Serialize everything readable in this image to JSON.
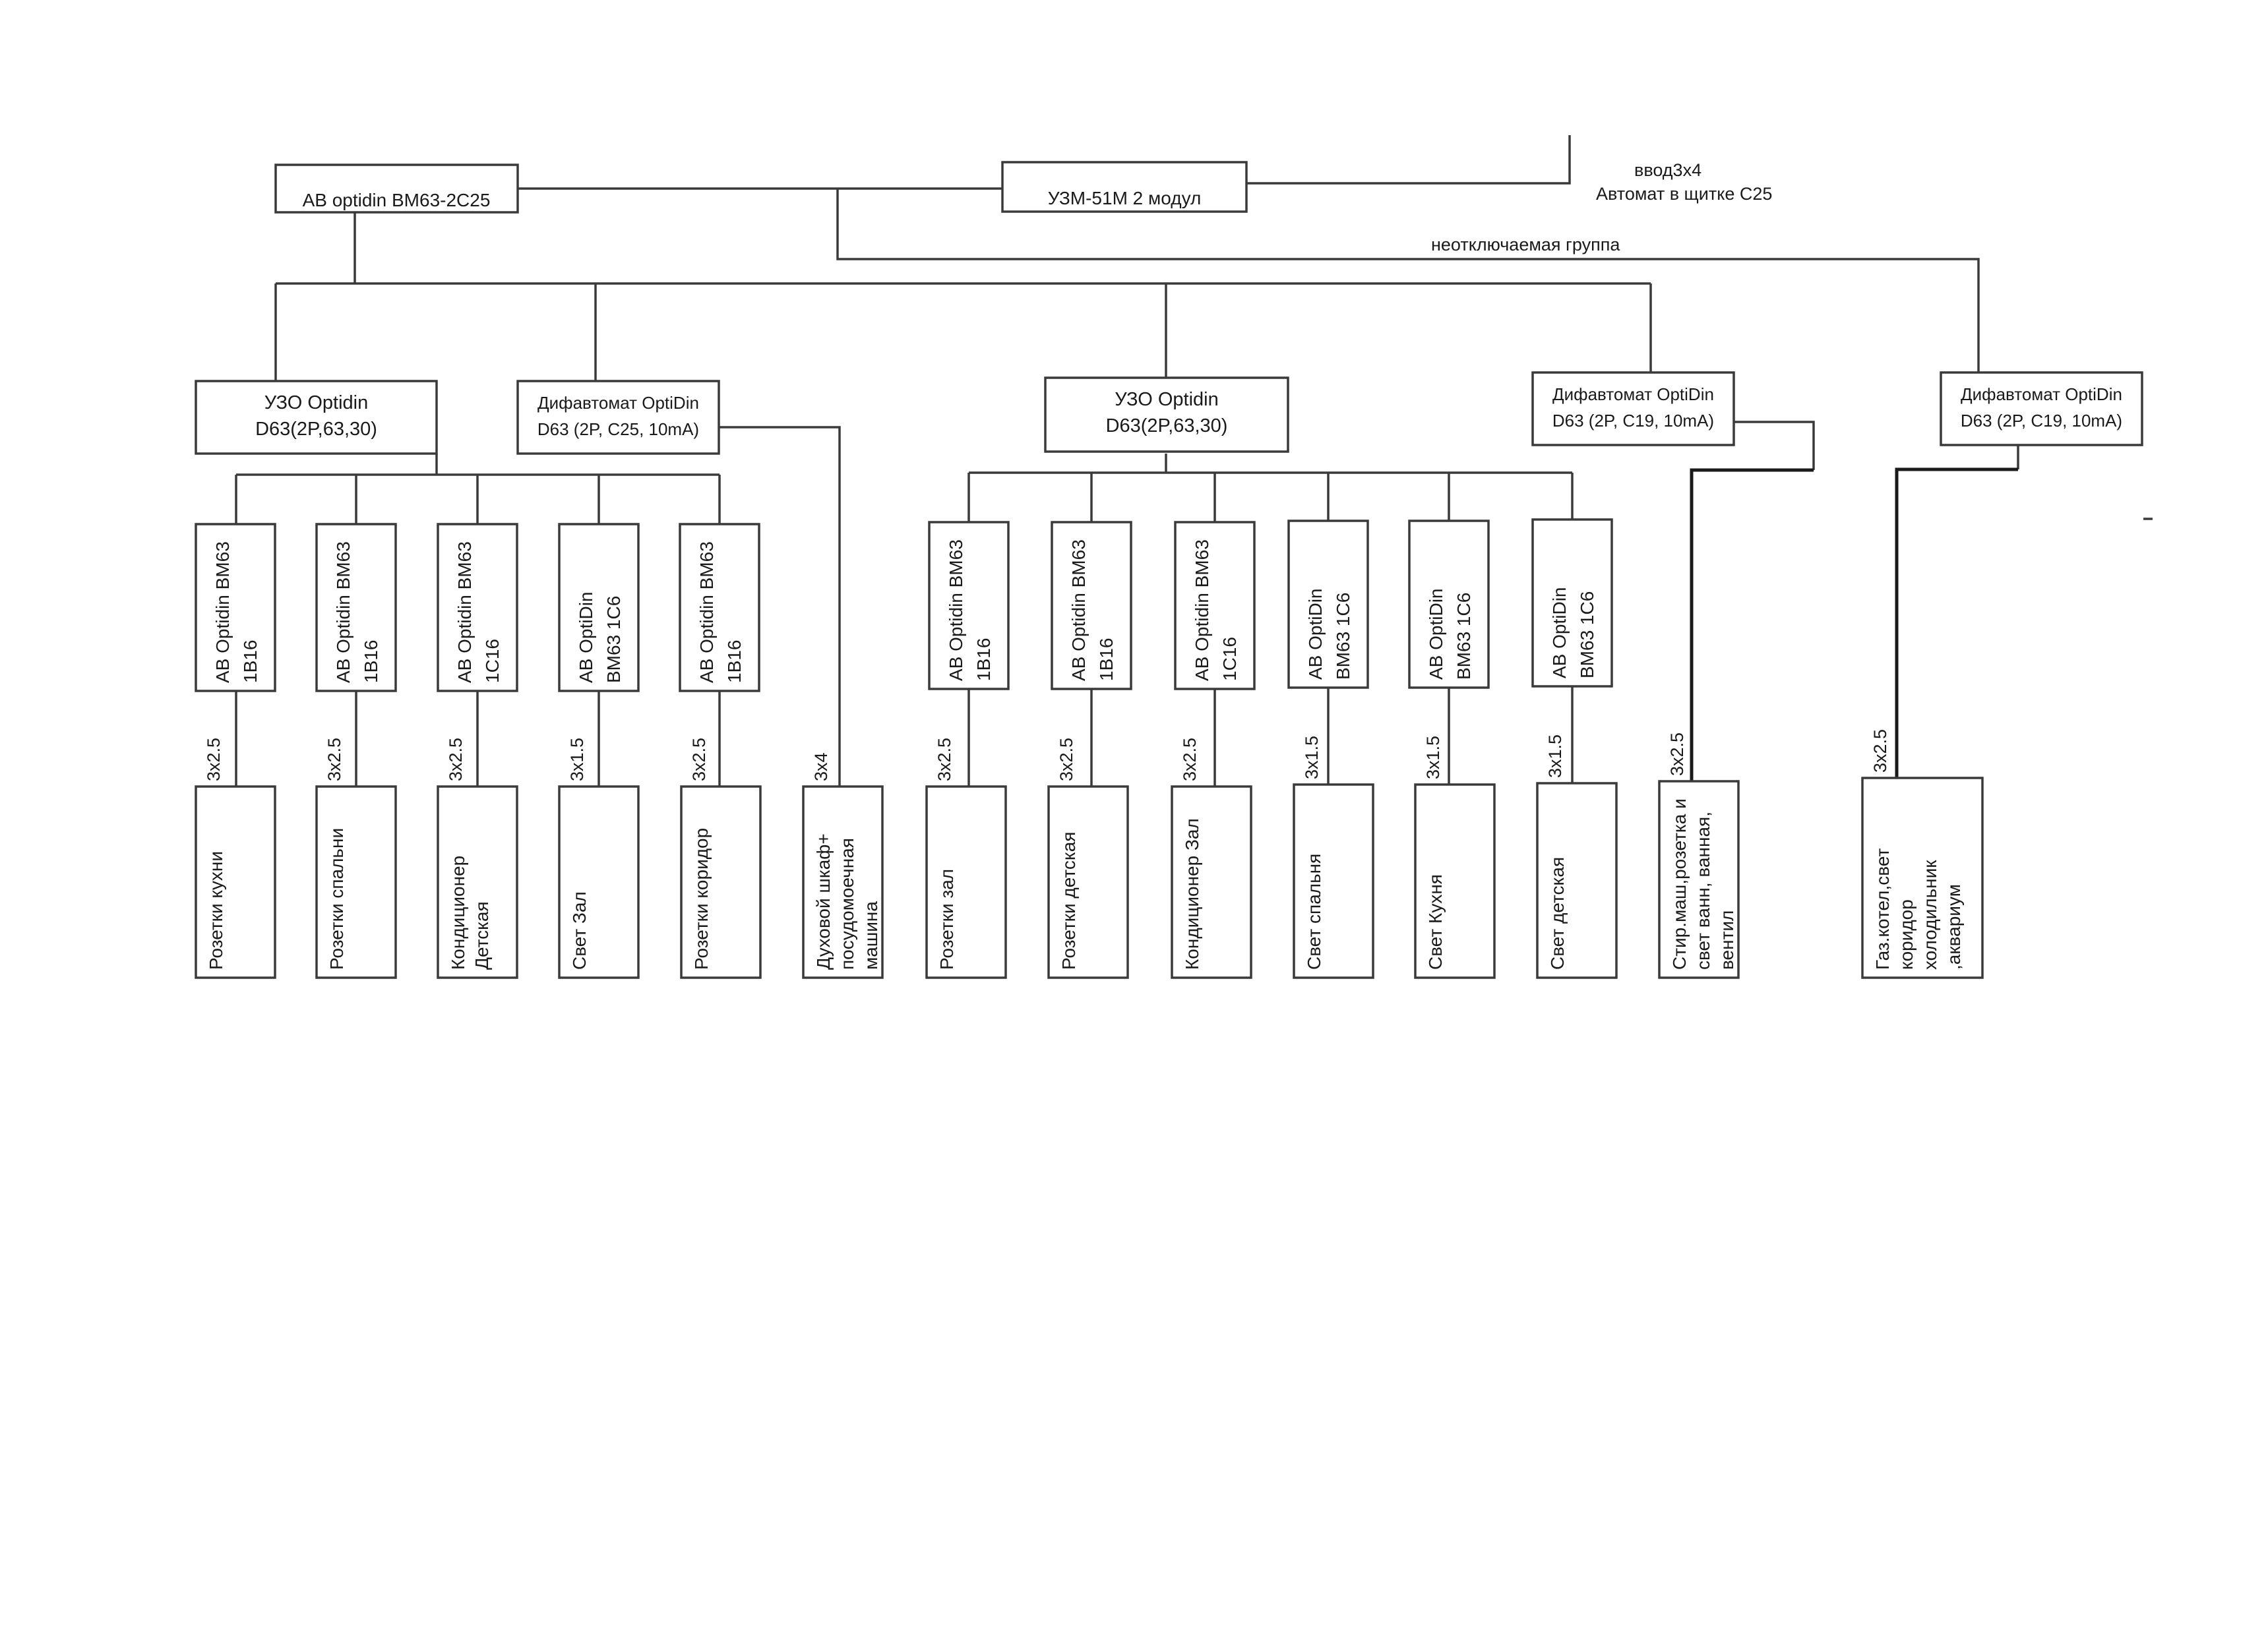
{
  "supply": {
    "line1": "ввод3х4",
    "line2": "Автомат в щитке  С25"
  },
  "uzm": {
    "label": "УЗМ-51М 2 модул"
  },
  "main_breaker": {
    "label": "АВ optidin ВМ63-2С25"
  },
  "non_switchable_label": "неотключаемая группа",
  "group_devices": [
    {
      "id": "rcd1",
      "line1": "УЗО Optidin",
      "line2": "D63(2P,63,30)"
    },
    {
      "id": "dif1",
      "line1": "Дифавтомат OptiDin",
      "line2": "D63 (2P, C25, 10mA)"
    },
    {
      "id": "rcd2",
      "line1": "УЗО Optidin",
      "line2": "D63(2P,63,30)"
    },
    {
      "id": "dif2",
      "line1": "Дифавтомат OptiDin",
      "line2": "D63 (2P, C19, 10mA)"
    },
    {
      "id": "dif3",
      "line1": "Дифавтомат OptiDin",
      "line2": "D63 (2P, C19, 10mA)"
    }
  ],
  "breakers": [
    {
      "line1": "АВ Optidin ВМ63",
      "line2": "1В16"
    },
    {
      "line1": "АВ Optidin ВМ63",
      "line2": "1В16"
    },
    {
      "line1": "АВ Optidin ВМ63",
      "line2": "1С16"
    },
    {
      "line1": "АВ OptiDin",
      "line2": "ВМ63 1С6"
    },
    {
      "line1": "АВ Optidin ВМ63",
      "line2": "1В16"
    },
    {
      "line1": "АВ Optidin ВМ63",
      "line2": "1В16"
    },
    {
      "line1": "АВ Optidin ВМ63",
      "line2": "1В16"
    },
    {
      "line1": "АВ Optidin ВМ63",
      "line2": "1С16"
    },
    {
      "line1": "АВ OptiDin",
      "line2": "ВМ63 1С6"
    },
    {
      "line1": "АВ OptiDin",
      "line2": "ВМ63 1С6"
    },
    {
      "line1": "АВ OptiDin",
      "line2": "ВМ63 1С6"
    }
  ],
  "cables": [
    "3х2.5",
    "3х2.5",
    "3х2.5",
    "3х1.5",
    "3х2.5",
    "3х4",
    "3х2.5",
    "3х2.5",
    "3х2.5",
    "3х1.5",
    "3х1.5",
    "3х1.5",
    "3х2.5",
    "3х2.5"
  ],
  "loads": [
    [
      "Розетки кухни"
    ],
    [
      "Розетки спальни"
    ],
    [
      "Кондиционер",
      "Детская"
    ],
    [
      "Свет Зал"
    ],
    [
      "Розетки коридор"
    ],
    [
      "Духовой шкаф+",
      "посудомоечная",
      "машина"
    ],
    [
      "Розетки зал"
    ],
    [
      "Розетки детская"
    ],
    [
      "Кондиционер Зал"
    ],
    [
      "Свет спальня"
    ],
    [
      "Свет Кухня"
    ],
    [
      "Свет детская"
    ],
    [
      "Стир.маш,розетка и",
      "свет  ванн, ванная,",
      "вентил"
    ],
    [
      "Газ.котел,свет",
      "коридор",
      "холодильник",
      ",аквариум"
    ]
  ],
  "colors": {
    "line": "#3a3a3a",
    "text": "#1a1a1a",
    "background": "#ffffff"
  }
}
